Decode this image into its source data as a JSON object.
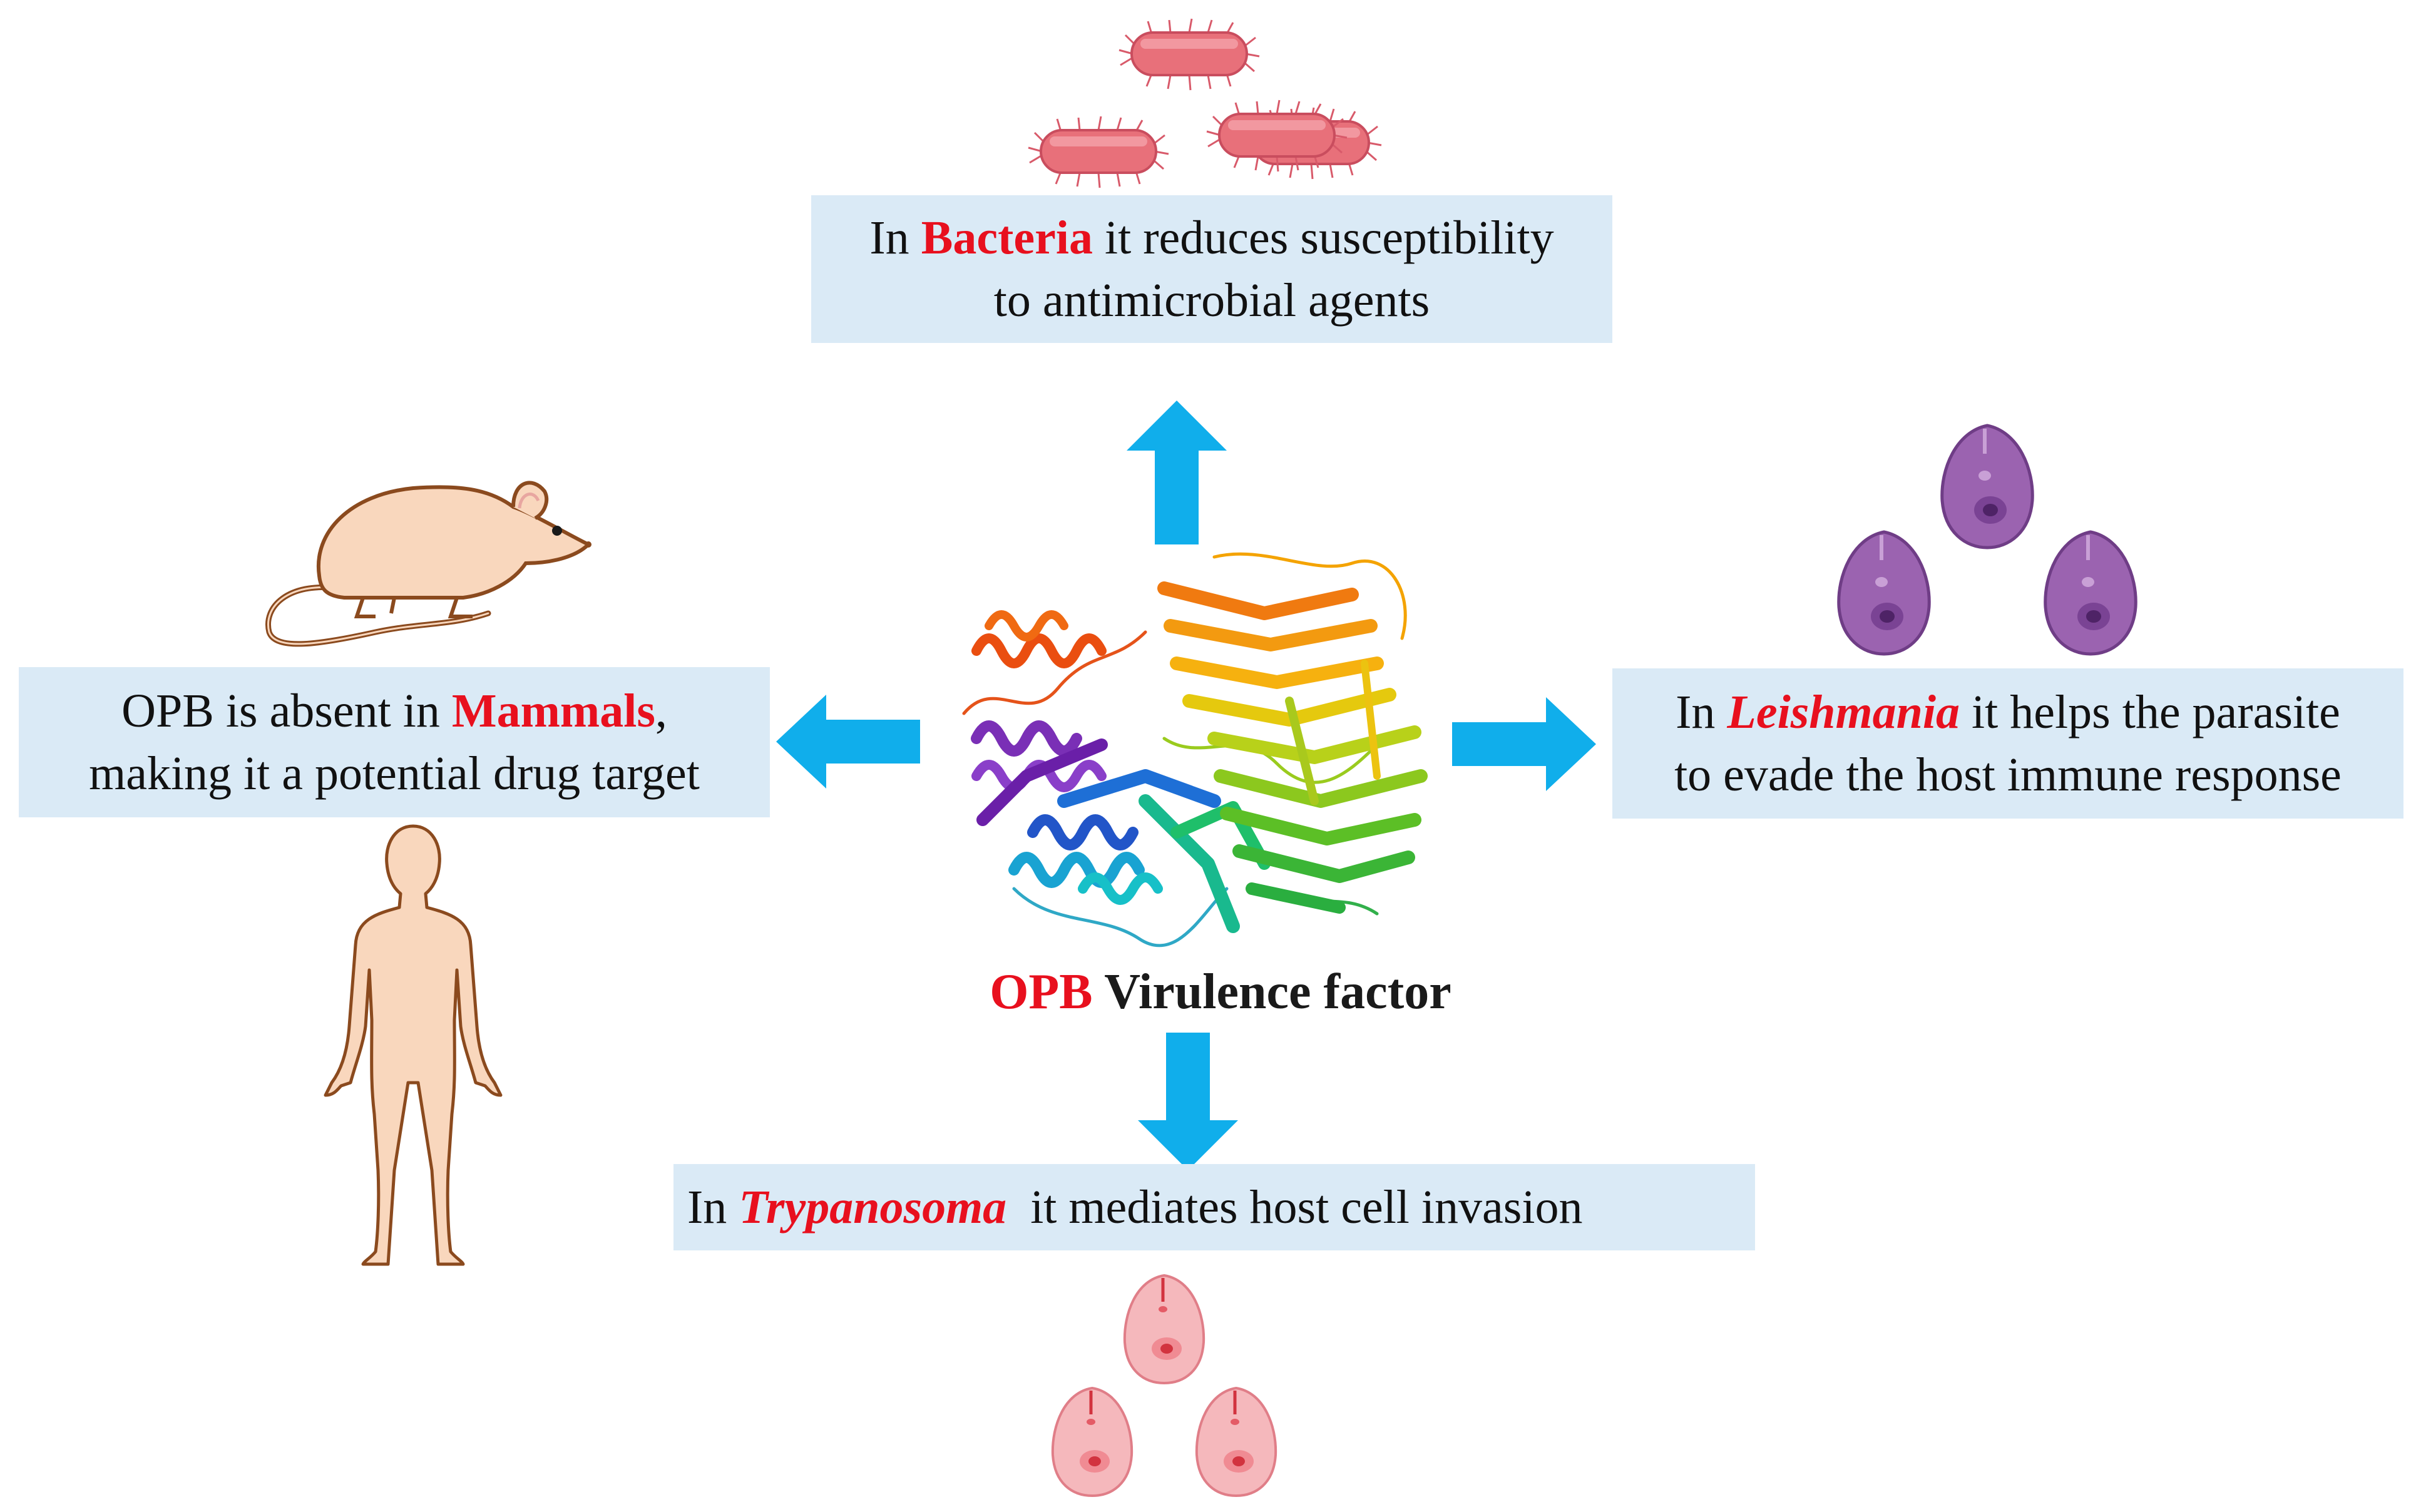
{
  "colors": {
    "highlight": "#e8101e",
    "box_fill": "#daeaf6",
    "arrow": "#10aeeb",
    "bacteria": "#e8707a",
    "leishmania": "#9b63b0",
    "trypanosoma": "#f5b8bc",
    "mammal_fill": "#f9d7bd",
    "mammal_outline": "#8b4a1e"
  },
  "center": {
    "icon": "protein-structure-icon",
    "title_highlight": "OPB",
    "title_rest": " Virulence factor"
  },
  "top": {
    "icon": "bacteria-icon",
    "line1_prefix": "In ",
    "line1_highlight": "Bacteria",
    "line1_suffix": " it reduces susceptibility",
    "line2": "to antimicrobial agents"
  },
  "left": {
    "icons": [
      "rat-icon",
      "human-body-icon"
    ],
    "line1_prefix": "OPB is absent in ",
    "line1_highlight": "Mammals",
    "line1_suffix": ",",
    "line2": "making it a potential drug target"
  },
  "right": {
    "icon": "leishmania-parasite-icon",
    "line1_prefix": "In ",
    "line1_highlight": "Leishmania",
    "line1_suffix": " it helps the parasite",
    "line2": "to evade the host immune response"
  },
  "bottom": {
    "icon": "trypanosoma-parasite-icon",
    "line1_prefix": "In ",
    "line1_highlight": "Trypanosoma",
    "line1_suffix": "  it mediates host cell invasion"
  }
}
